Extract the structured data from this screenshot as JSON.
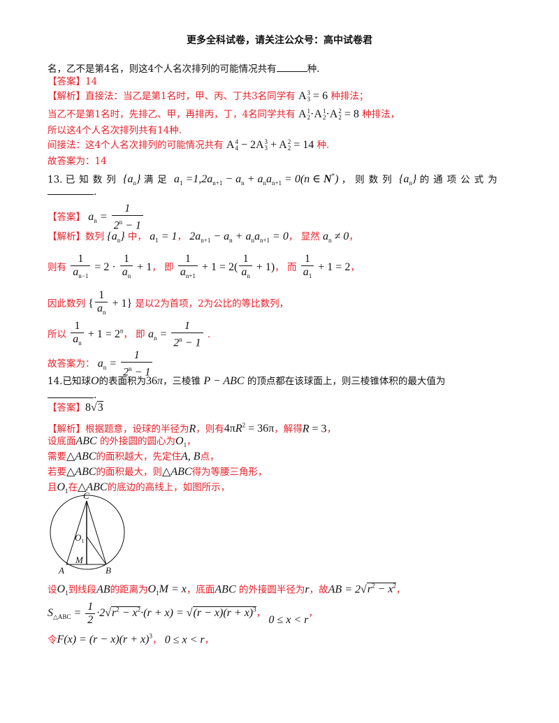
{
  "header": {
    "text": "更多全科试卷，请关注公众号：高中试卷君"
  },
  "q12": {
    "continuation": "名，乙不是第4名，则这4个人名次排列的可能情况共有",
    "continuation_end": "种.",
    "answer_label": "【答案】",
    "answer_value": "14",
    "analysis_label": "【解析】",
    "line1_pre": "直接法：当乙是第1名时，甲、丙、丁共3名同学有",
    "line1_math": "A₃³ = 6",
    "line1_post": "种排法；",
    "line2_pre": "当乙不是第1名时，先排乙、甲，再排丙，丁，4名同学共有",
    "line2_math": "A₂¹·A₂¹·A₂² = 8",
    "line2_post": "种排法，",
    "line3": "所以这4个人名次排列共有14种.",
    "line4_pre": "间接法：这4个人名次排列的可能情况共有",
    "line4_math": "A₄⁴ − 2A₃³ + A₂² = 14",
    "line4_post": "种.",
    "final": "故答案为：14"
  },
  "q13": {
    "number": "13.",
    "stem_pre": "已知数列",
    "stem_mid": "满足",
    "condition": "a₁ = 1, 2aₙ₊₁ − aₙ + aₙaₙ₊₁ = 0 (n ∈ N*)",
    "stem_post": "，则数列",
    "stem_end": "的通项公式为",
    "answer_label": "【答案】",
    "answer": "aₙ = 1/(2ⁿ − 1)",
    "analysis_label": "【解析】",
    "a_line1_pre": "数列",
    "a_line1_mid": "中，",
    "a_line1_math1": "a₁ = 1",
    "a_line1_math2": "2aₙ₊₁ − aₙ + aₙaₙ₊₁ = 0",
    "a_line1_post": "显然",
    "a_line1_math3": "aₙ ≠ 0",
    "a_line2_pre": "则有",
    "a_line2_mid": "即",
    "a_line2_mid2": "而",
    "a_line3_pre": "因此数列",
    "a_line3_post": "是以2为首项，2为公比的等比数列，",
    "a_line4_pre": "所以",
    "a_line4_mid": "即",
    "final_label": "故答案为："
  },
  "q14": {
    "number": "14.",
    "stem": "已知球 O 的表面积为 36π，三棱锥 P − ABC 的顶点都在该球面上，则三棱锥体积的最大值为",
    "stem_p1": "已知球",
    "stem_p2": "的表面积为",
    "stem_p3": "，三棱锥",
    "stem_p4": "的顶点都在该球面上，则三棱锥体积的最大值为",
    "answer_label": "【答案】",
    "answer": "8√3",
    "analysis_label": "【解析】",
    "l1_a": "根据题意，设球的半径为",
    "l1_b": "，则有",
    "l1_c": "，解得",
    "l2": "设底面",
    "l2_b": "的外接圆的圆心为",
    "l3_a": "需要",
    "l3_b": "的面积越大，先定住",
    "l3_c": "点，",
    "l4_a": "若要",
    "l4_b": "的面积最大，则",
    "l4_c": "得为等腰三角形，",
    "l5_a": "且",
    "l5_b": "在",
    "l5_c": "的底边的高线上，如图所示，",
    "figure": {
      "labels": [
        "C",
        "O₁",
        "M",
        "A",
        "B"
      ]
    },
    "l6_a": "设",
    "l6_b": "到线段",
    "l6_c": "的距离为",
    "l6_d": "，底面",
    "l6_e": "的外接圆半径为",
    "l6_f": "，故",
    "l7_math": "S△ABC = ½·2√(r² − x²)·(r + x) = √((r − x)(r + x)³)",
    "l7_range": "0 ≤ x < r",
    "l8_a": "令",
    "l8_math": "F(x) = (r − x)(r + x)³",
    "l8_range": "0 ≤ x < r"
  }
}
